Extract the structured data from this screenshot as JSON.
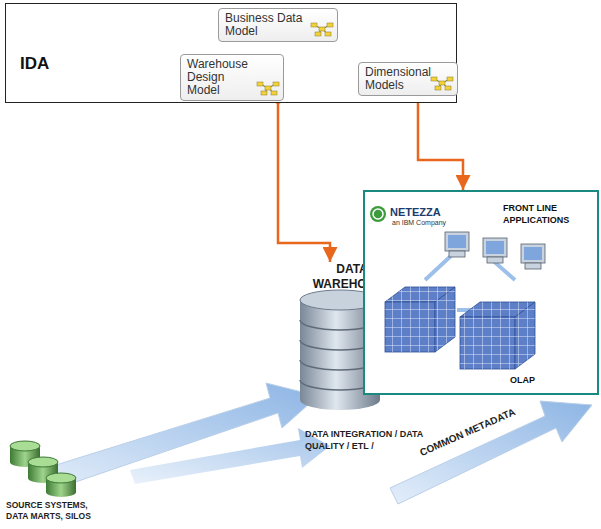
{
  "diagram": {
    "nodes": [
      {
        "text": [
          "IDA"
        ]
      },
      {
        "text": [
          "Business Data Model"
        ],
        "in": 0
      },
      {
        "text": [
          "Warehouse Design Model"
        ],
        "in": 0
      },
      {
        "text": [
          "Dimensional Models"
        ],
        "in": 0
      },
      {
        "text": [
          "DATA WAREHOUSE"
        ]
      },
      {
        "text": [
          "NETEZZA",
          "an IBM Company",
          "FRONT LINE APPLICATIONS",
          "OLAP"
        ]
      }
    ],
    "edges": [
      {
        "from": 1,
        "to": 2,
        "arrow": "none"
      },
      {
        "from": 1,
        "to": 3,
        "arrow": "none"
      },
      {
        "from": 2,
        "to": 3,
        "arrow": "none"
      },
      {
        "from": 2,
        "to": 4,
        "arrow": "to"
      },
      {
        "from": 3,
        "to": 5,
        "arrow": "to"
      }
    ],
    "labels": [
      "SOURCE SYSTEMS, DATA MARTS, SILOS",
      "DATA INTEGRATION / DATA QUALITY / ETL /",
      "COMMON METADATA"
    ]
  }
}
